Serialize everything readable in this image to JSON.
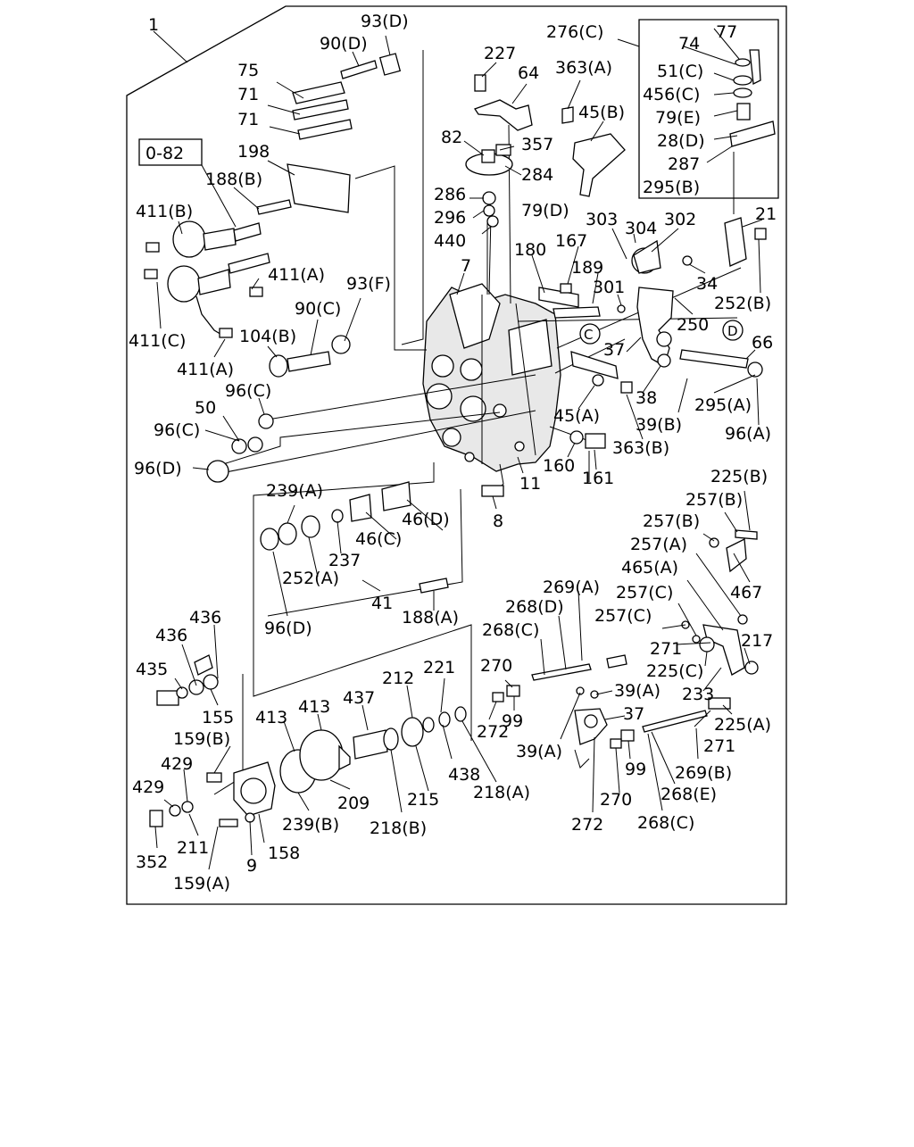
{
  "diagram": {
    "group_number": "1",
    "reference_box": "0-82",
    "callout_letters": [
      "C",
      "D"
    ],
    "labels": [
      {
        "text": "93(D)"
      },
      {
        "text": "90(D)"
      },
      {
        "text": "75"
      },
      {
        "text": "71"
      },
      {
        "text": "71"
      },
      {
        "text": "198"
      },
      {
        "text": "188(B)"
      },
      {
        "text": "411(B)"
      },
      {
        "text": "411(A)"
      },
      {
        "text": "93(F)"
      },
      {
        "text": "411(C)"
      },
      {
        "text": "90(C)"
      },
      {
        "text": "104(B)"
      },
      {
        "text": "411(A)"
      },
      {
        "text": "96(C)"
      },
      {
        "text": "50"
      },
      {
        "text": "96(C)"
      },
      {
        "text": "96(D)"
      },
      {
        "text": "227"
      },
      {
        "text": "64"
      },
      {
        "text": "363(A)"
      },
      {
        "text": "45(B)"
      },
      {
        "text": "82"
      },
      {
        "text": "357"
      },
      {
        "text": "284"
      },
      {
        "text": "286"
      },
      {
        "text": "296"
      },
      {
        "text": "79(D)"
      },
      {
        "text": "440"
      },
      {
        "text": "7"
      },
      {
        "text": "180"
      },
      {
        "text": "167"
      },
      {
        "text": "189"
      },
      {
        "text": "303"
      },
      {
        "text": "304"
      },
      {
        "text": "302"
      },
      {
        "text": "21"
      },
      {
        "text": "276(C)"
      },
      {
        "text": "77"
      },
      {
        "text": "74"
      },
      {
        "text": "51(C)"
      },
      {
        "text": "456(C)"
      },
      {
        "text": "79(E)"
      },
      {
        "text": "28(D)"
      },
      {
        "text": "287"
      },
      {
        "text": "295(B)"
      },
      {
        "text": "34"
      },
      {
        "text": "252(B)"
      },
      {
        "text": "301"
      },
      {
        "text": "250"
      },
      {
        "text": "66"
      },
      {
        "text": "37"
      },
      {
        "text": "38"
      },
      {
        "text": "295(A)"
      },
      {
        "text": "39(B)"
      },
      {
        "text": "96(A)"
      },
      {
        "text": "45(A)"
      },
      {
        "text": "363(B)"
      },
      {
        "text": "160"
      },
      {
        "text": "161"
      },
      {
        "text": "11"
      },
      {
        "text": "8"
      },
      {
        "text": "239(A)"
      },
      {
        "text": "46(D)"
      },
      {
        "text": "46(C)"
      },
      {
        "text": "237"
      },
      {
        "text": "252(A)"
      },
      {
        "text": "41"
      },
      {
        "text": "188(A)"
      },
      {
        "text": "96(D)"
      },
      {
        "text": "225(B)"
      },
      {
        "text": "257(B)"
      },
      {
        "text": "257(B)"
      },
      {
        "text": "257(A)"
      },
      {
        "text": "465(A)"
      },
      {
        "text": "467"
      },
      {
        "text": "269(A)"
      },
      {
        "text": "268(D)"
      },
      {
        "text": "257(C)"
      },
      {
        "text": "257(C)"
      },
      {
        "text": "268(C)"
      },
      {
        "text": "271"
      },
      {
        "text": "217"
      },
      {
        "text": "225(C)"
      },
      {
        "text": "233"
      },
      {
        "text": "39(A)"
      },
      {
        "text": "225(A)"
      },
      {
        "text": "37"
      },
      {
        "text": "270"
      },
      {
        "text": "99"
      },
      {
        "text": "272"
      },
      {
        "text": "39(A)"
      },
      {
        "text": "271"
      },
      {
        "text": "269(B)"
      },
      {
        "text": "99"
      },
      {
        "text": "268(E)"
      },
      {
        "text": "270"
      },
      {
        "text": "268(C)"
      },
      {
        "text": "272"
      },
      {
        "text": "436"
      },
      {
        "text": "436"
      },
      {
        "text": "435"
      },
      {
        "text": "155"
      },
      {
        "text": "413"
      },
      {
        "text": "413"
      },
      {
        "text": "437"
      },
      {
        "text": "212"
      },
      {
        "text": "221"
      },
      {
        "text": "159(B)"
      },
      {
        "text": "429"
      },
      {
        "text": "429"
      },
      {
        "text": "438"
      },
      {
        "text": "218(A)"
      },
      {
        "text": "209"
      },
      {
        "text": "215"
      },
      {
        "text": "218(B)"
      },
      {
        "text": "239(B)"
      },
      {
        "text": "211"
      },
      {
        "text": "352"
      },
      {
        "text": "9"
      },
      {
        "text": "158"
      },
      {
        "text": "159(A)"
      }
    ]
  }
}
